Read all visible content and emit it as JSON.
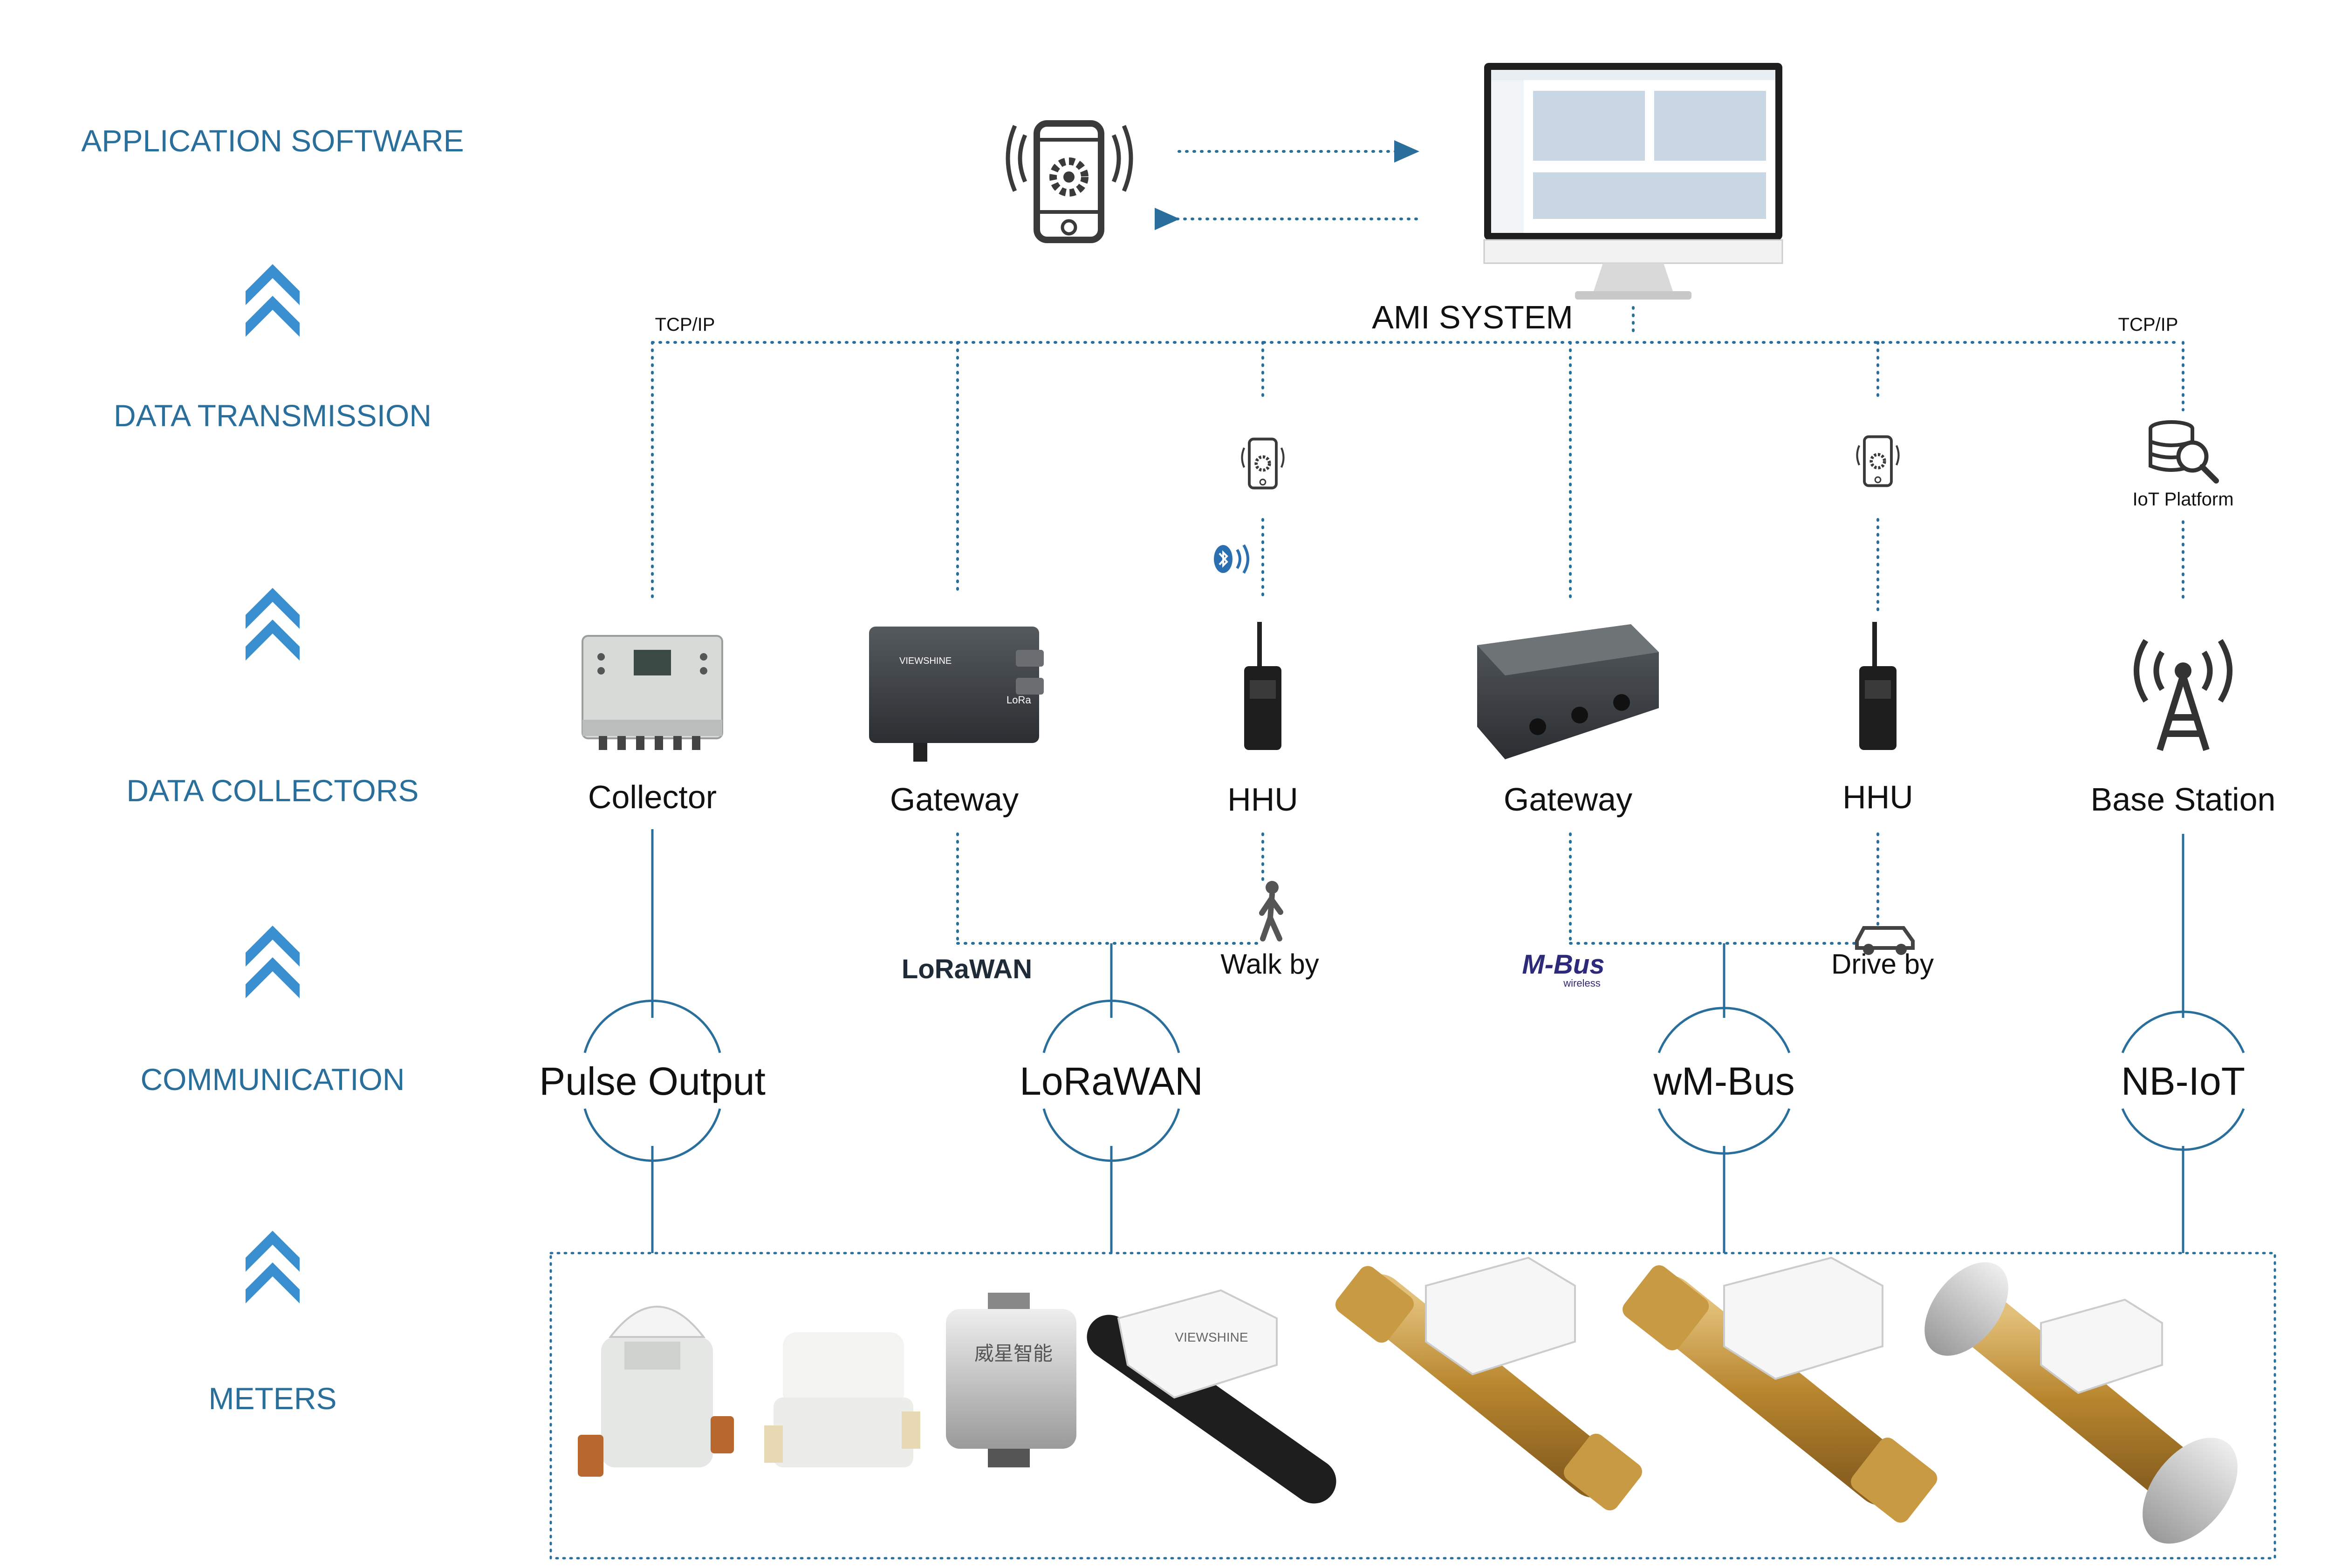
{
  "layers": {
    "application_software": "APPLICATION SOFTWARE",
    "data_transmission": "DATA TRANSMISSION",
    "data_collectors": "DATA COLLECTORS",
    "communication": "COMMUNICATION",
    "meters": "METERS"
  },
  "top": {
    "ami_system": "AMI SYSTEM",
    "tcpip_left": "TCP/IP",
    "tcpip_right": "TCP/IP",
    "iot_platform": "IoT Platform"
  },
  "devices": {
    "collector": "Collector",
    "gateway_lorawan": "Gateway",
    "hhu_walk": "HHU",
    "gateway_wmbus": "Gateway",
    "hhu_drive": "HHU",
    "base_station": "Base Station"
  },
  "paths": {
    "walk_by": "Walk by",
    "drive_by": "Drive by",
    "lorawan_logo": "LoRaWAN",
    "mbus_logo": "M-Bus",
    "mbus_logo_sub": "wireless"
  },
  "protocols": {
    "pulse_output": "Pulse Output",
    "lorawan": "LoRaWAN",
    "wmbus": "wM-Bus",
    "nbiot": "NB-IoT"
  },
  "brand": {
    "gateway_logo": "VIEWSHINE",
    "gateway_band": "LoRa",
    "meter_brand_cn": "威星智能",
    "meter_brand_en": "VIEWSHINE"
  },
  "icons": [
    "phone-settings-icon",
    "monitor-icon",
    "bluetooth-icon",
    "database-search-icon",
    "antenna-tower-icon",
    "walking-person-icon",
    "car-icon",
    "double-chevron-up-icon"
  ],
  "colors": {
    "accent": "#2a6f9b",
    "chevron": "#3a8fd0",
    "text": "#111111",
    "brass": "#c8a040"
  }
}
